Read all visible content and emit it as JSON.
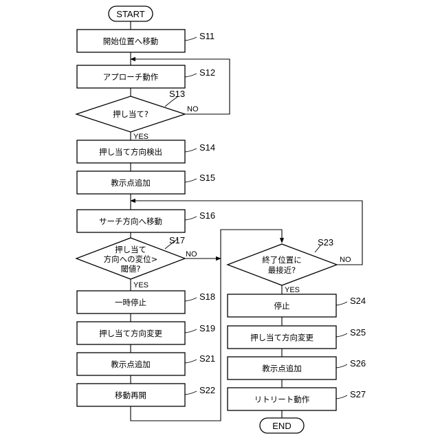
{
  "terminals": {
    "start": "START",
    "end": "END"
  },
  "steps": {
    "s11": {
      "id": "S11",
      "text": "開始位置へ移動"
    },
    "s12": {
      "id": "S12",
      "text": "アプローチ動作"
    },
    "s13": {
      "id": "S13",
      "text": "押し当て?"
    },
    "s14": {
      "id": "S14",
      "text": "押し当て方向検出"
    },
    "s15": {
      "id": "S15",
      "text": "教示点追加"
    },
    "s16": {
      "id": "S16",
      "text": "サーチ方向へ移動"
    },
    "s17": {
      "id": "S17",
      "lines": [
        "押し当て",
        "方向への変位>",
        "閾値?"
      ]
    },
    "s18": {
      "id": "S18",
      "text": "一時停止"
    },
    "s19": {
      "id": "S19",
      "text": "押し当て方向変更"
    },
    "s21": {
      "id": "S21",
      "text": "教示点追加"
    },
    "s22": {
      "id": "S22",
      "text": "移動再開"
    },
    "s23": {
      "id": "S23",
      "lines": [
        "終了位置に",
        "最接近?"
      ]
    },
    "s24": {
      "id": "S24",
      "text": "停止"
    },
    "s25": {
      "id": "S25",
      "text": "押し当て方向変更"
    },
    "s26": {
      "id": "S26",
      "text": "教示点追加"
    },
    "s27": {
      "id": "S27",
      "text": "リトリート動作"
    }
  },
  "branch_labels": {
    "yes": "YES",
    "no": "NO"
  }
}
